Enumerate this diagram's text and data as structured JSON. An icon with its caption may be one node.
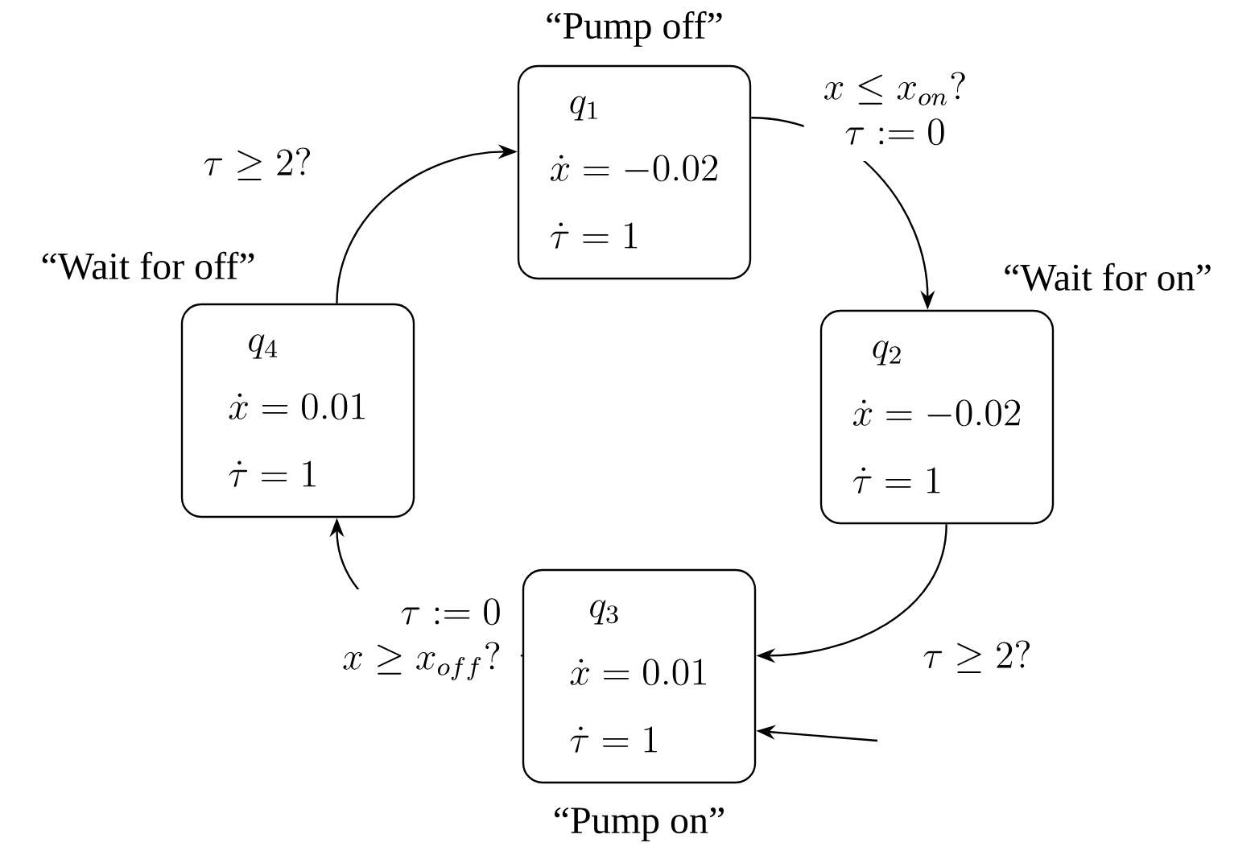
{
  "diagram": {
    "nodes": [
      {
        "text": [
          "“Pump off”",
          "q_1",
          "\\dot{x} = -0.02",
          "\\dot{\\tau} = 1"
        ]
      },
      {
        "text": [
          "“Wait for on”",
          "q_2",
          "\\dot{x} = -0.02",
          "\\dot{\\tau} = 1"
        ]
      },
      {
        "text": [
          "“Pump on”",
          "q_3",
          "\\dot{x} = 0.01",
          "\\dot{\\tau} = 1"
        ]
      },
      {
        "text": [
          "“Wait for off”",
          "q_4",
          "\\dot{x} = 0.01",
          "\\dot{\\tau} = 1"
        ]
      }
    ],
    "edges": [
      {
        "from": 0,
        "to": 1,
        "arrow": "to",
        "label": "\\begin{array}{c} x \\leq x_{on}? \\\\ \\tau := 0 \\end{array}"
      },
      {
        "from": 1,
        "to": 2,
        "arrow": "to",
        "label": "\\tau \\geq 2?"
      },
      {
        "from": 2,
        "to": 3,
        "arrow": "to",
        "label": "\\begin{array}{r} \\tau := 0 \\\\ x \\geq x_{off}? \\end{array}"
      },
      {
        "from": 3,
        "to": 0,
        "arrow": "to",
        "label": "\\tau \\geq 2?"
      },
      {
        "from": null,
        "to": 2,
        "arrow": "to"
      }
    ]
  }
}
